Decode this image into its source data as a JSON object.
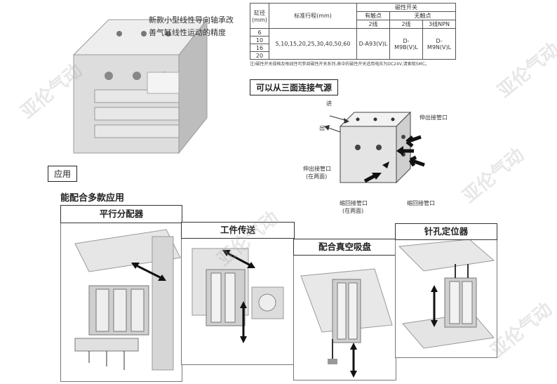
{
  "intro": {
    "line1": "新款小型线性导向轴承改",
    "line2": "善气缸线性运动的精度"
  },
  "spec_table": {
    "h_bore": "缸径(mm)",
    "h_stroke": "标准行程(mm)",
    "h_switch": "磁性开关",
    "h_contact": "有触点",
    "h_noncontact": "无触点",
    "h_2wire_a": "2线",
    "h_2wire_b": "2线",
    "h_3wire": "3线NPN",
    "bores": [
      "6",
      "10",
      "16",
      "20"
    ],
    "stroke_values": "5,10,15,20,25,30,40,50,60",
    "switch_a": "D-A93(V)L",
    "switch_b": "D-M9B(V)L",
    "switch_c": "D-M9N(V)L"
  },
  "note": "注)磁性开关规格及每线性可参阅磁性开关系列,表中的磁性开关适用电压为DC24V,请索取SMC。",
  "three_side": {
    "title": "可以从三面连接气源",
    "in_label": "进",
    "out_label": "出",
    "extend_port_1": "伸出接管口",
    "extend_port_2": "伸出接管口",
    "both_sides_1": "(在两面)",
    "retract_port_1": "缩回接管口",
    "both_sides_2": "(在两面)",
    "retract_port_2": "缩回接管口"
  },
  "applications": {
    "section": "应用",
    "heading": "能配合多款应用",
    "panels": [
      "平行分配器",
      "工件传送",
      "配合真空吸盘",
      "针孔定位器"
    ]
  },
  "watermarks": [
    "亚伦气动",
    "亚伦气动",
    "亚伦气动",
    "亚伦气动",
    "亚伦气动"
  ],
  "colors": {
    "metal_light": "#eeeeee",
    "metal_mid": "#c9c9c9",
    "metal_dark": "#8a8a8a",
    "arrow": "#111111"
  }
}
